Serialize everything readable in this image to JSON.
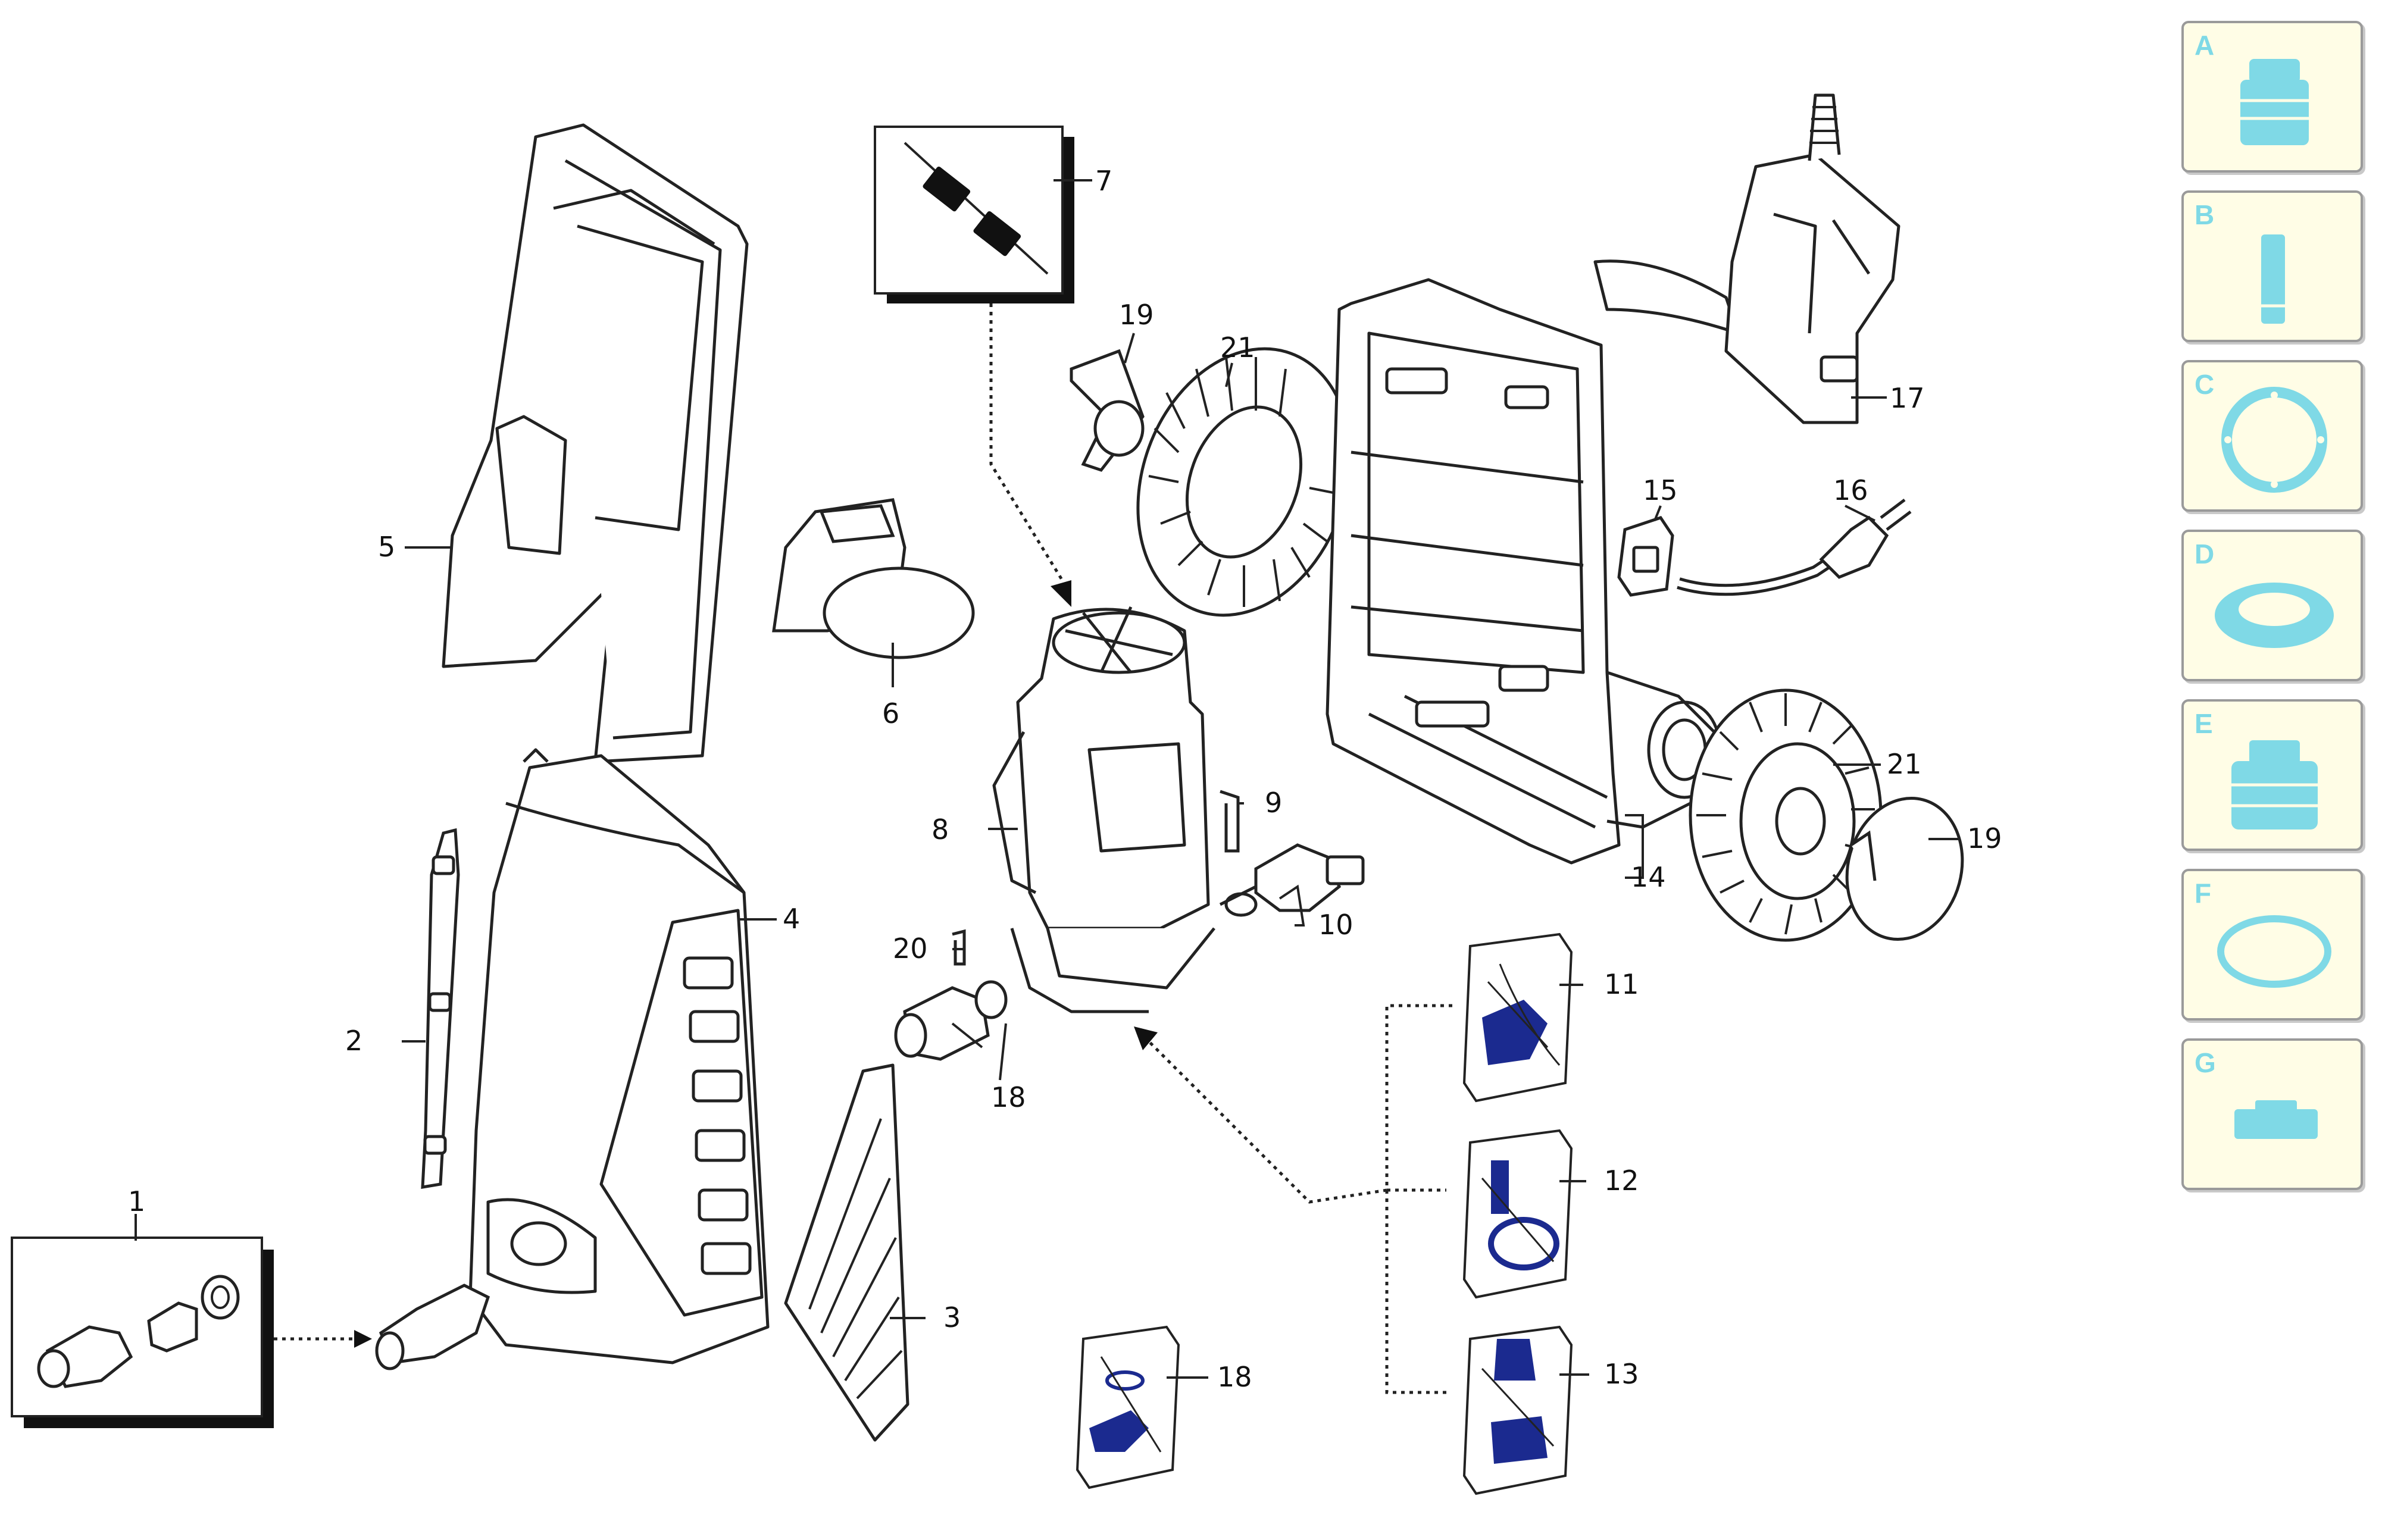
{
  "callouts": [
    {
      "id": "c1",
      "text": "1"
    },
    {
      "id": "c2",
      "text": "2"
    },
    {
      "id": "c3",
      "text": "3"
    },
    {
      "id": "c4",
      "text": "4"
    },
    {
      "id": "c5",
      "text": "5"
    },
    {
      "id": "c6",
      "text": "6"
    },
    {
      "id": "c7",
      "text": "7"
    },
    {
      "id": "c8",
      "text": "8"
    },
    {
      "id": "c9",
      "text": "9"
    },
    {
      "id": "c10",
      "text": "10"
    },
    {
      "id": "c11",
      "text": "11"
    },
    {
      "id": "c12",
      "text": "12"
    },
    {
      "id": "c13",
      "text": "13"
    },
    {
      "id": "c14",
      "text": "14"
    },
    {
      "id": "c15",
      "text": "15"
    },
    {
      "id": "c16",
      "text": "16"
    },
    {
      "id": "c17",
      "text": "17"
    },
    {
      "id": "c18a",
      "text": "18"
    },
    {
      "id": "c18b",
      "text": "18"
    },
    {
      "id": "c19a",
      "text": "19"
    },
    {
      "id": "c19b",
      "text": "19"
    },
    {
      "id": "c20",
      "text": "20"
    },
    {
      "id": "c21a",
      "text": "21"
    },
    {
      "id": "c21b",
      "text": "21"
    }
  ],
  "legend": [
    {
      "letter": "A",
      "icon": "nozzle-cap-icon"
    },
    {
      "letter": "B",
      "icon": "pin-icon"
    },
    {
      "letter": "C",
      "icon": "flange-ring-icon"
    },
    {
      "letter": "D",
      "icon": "thick-seal-ring-icon"
    },
    {
      "letter": "E",
      "icon": "connector-sleeve-icon"
    },
    {
      "letter": "F",
      "icon": "o-ring-icon"
    },
    {
      "letter": "G",
      "icon": "clip-plate-icon"
    }
  ],
  "colors": {
    "line": "#222222",
    "legend_fill": "#fffde6",
    "legend_icon": "#7fd9e6",
    "kit_part": "#1b2a8f"
  }
}
